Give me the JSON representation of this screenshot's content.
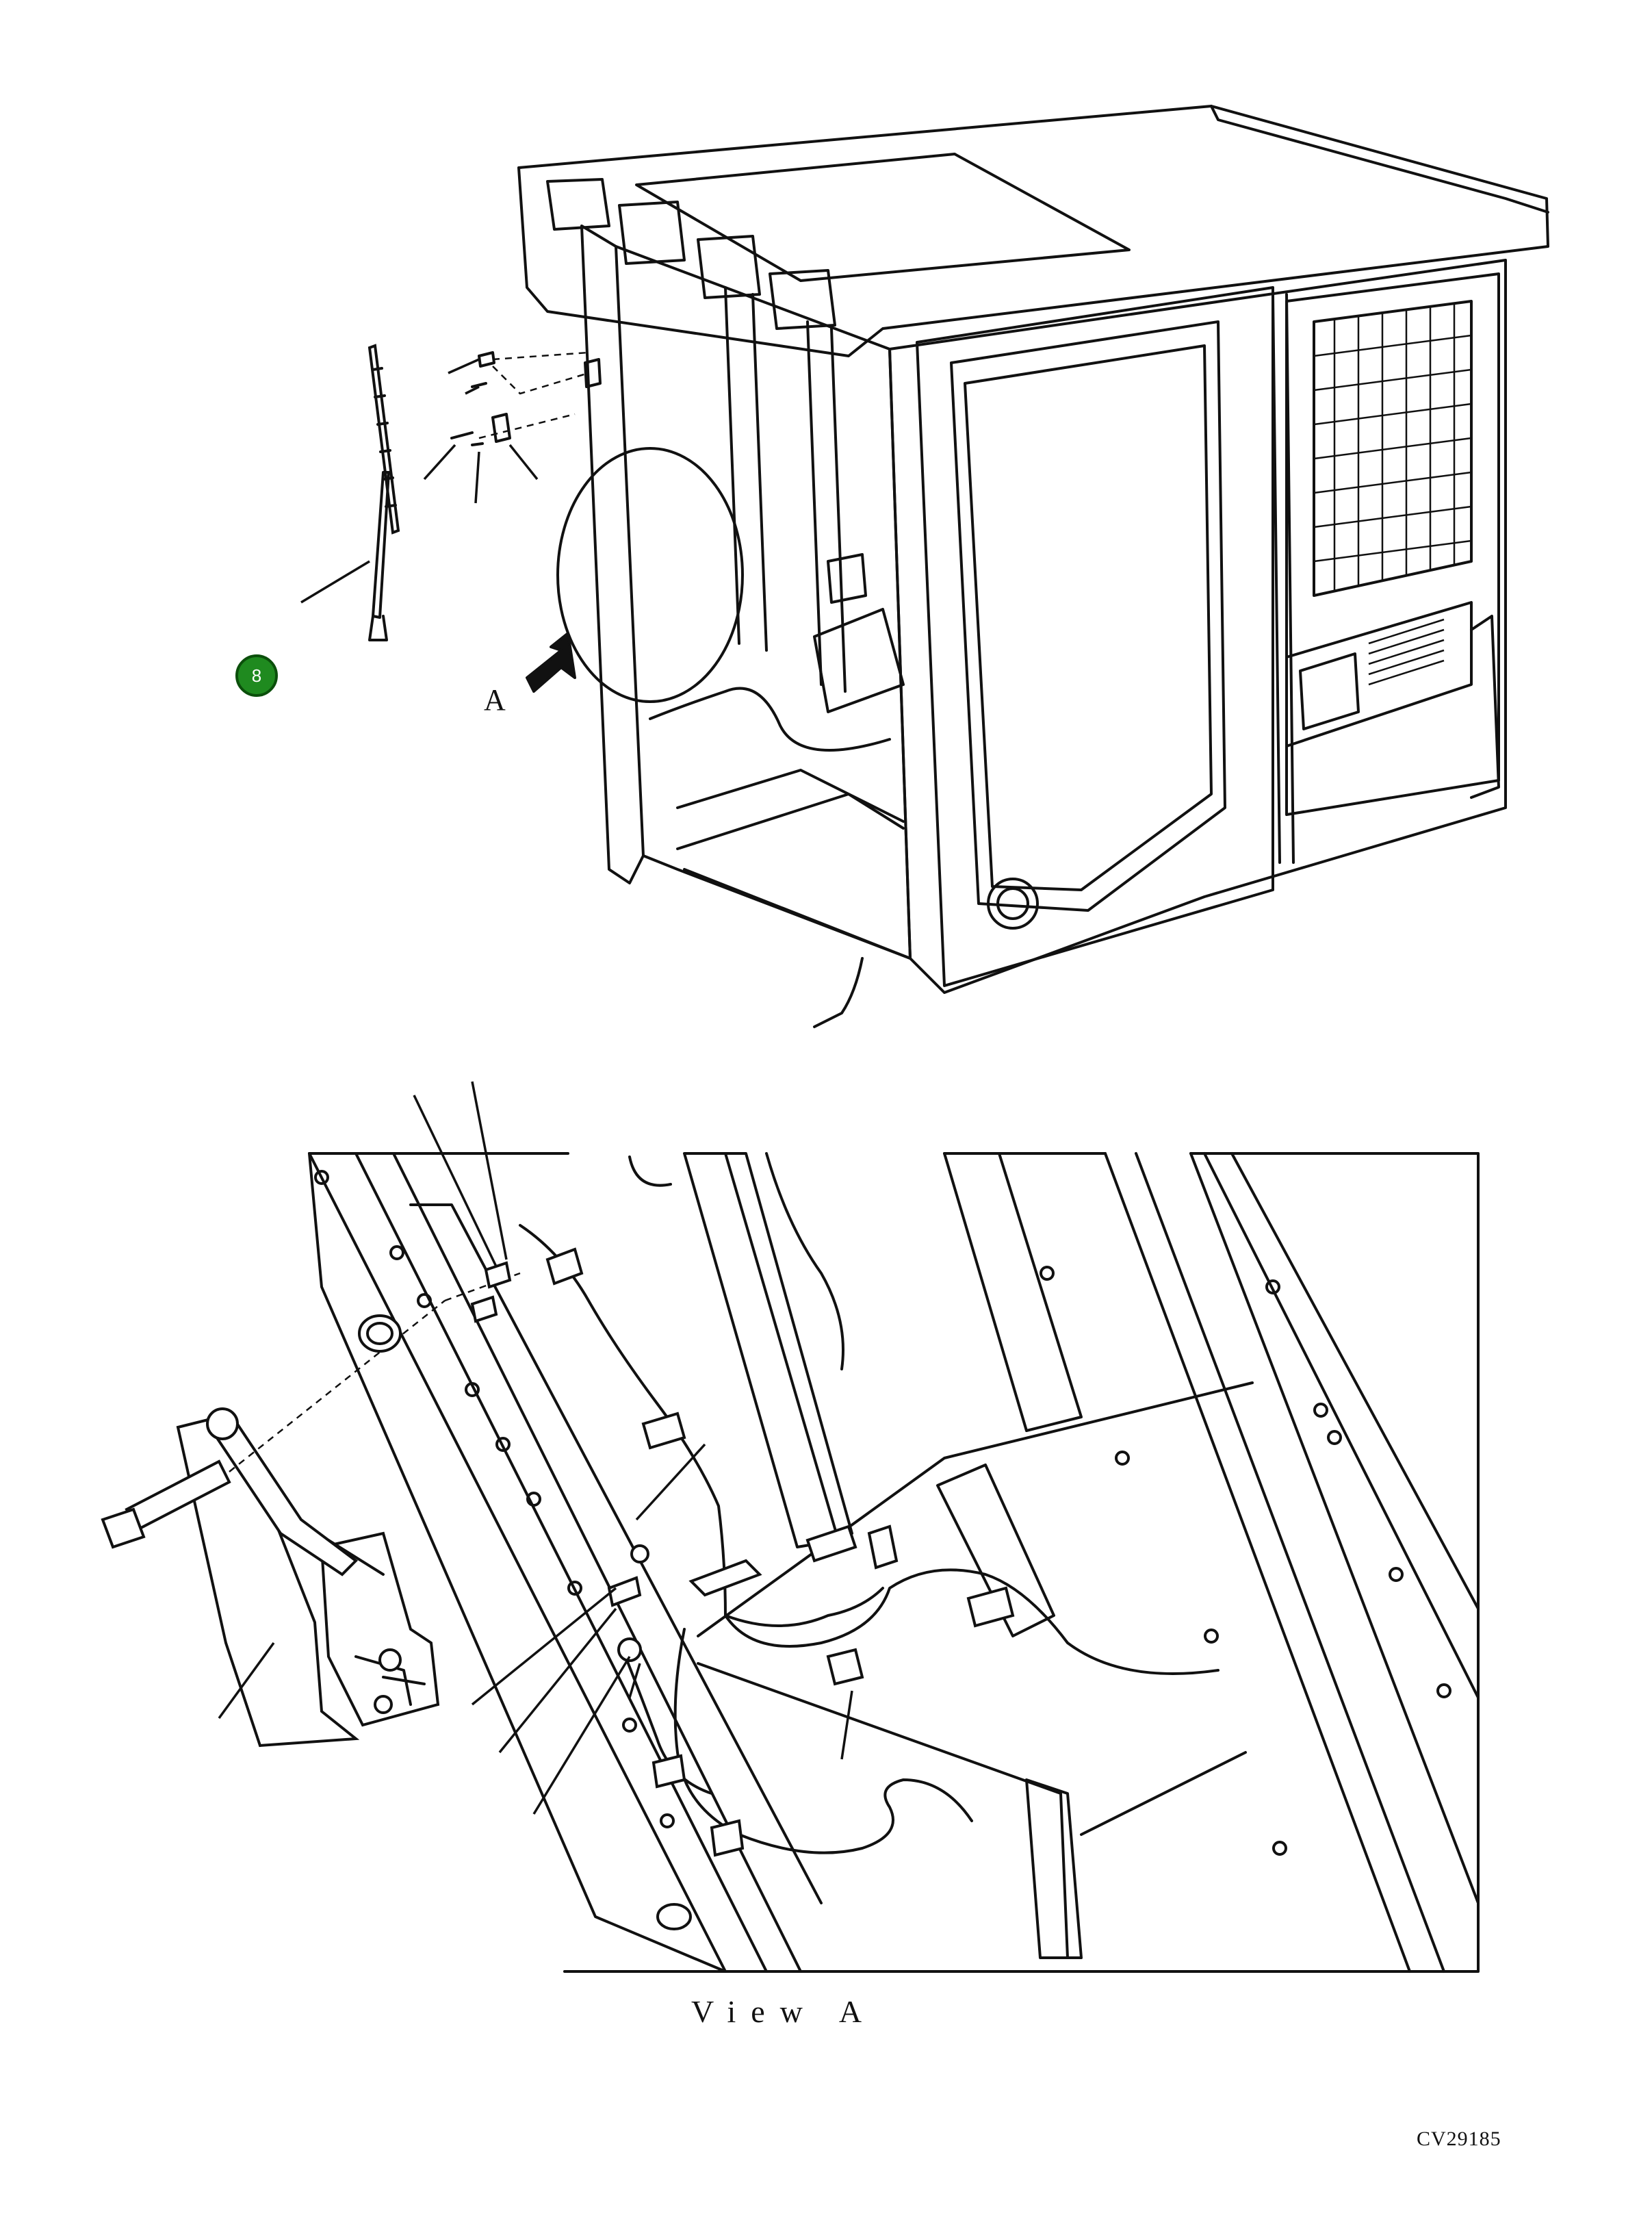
{
  "callout": {
    "number": "8",
    "color": "#1f8a1f"
  },
  "labels": {
    "view_letter": "A",
    "view_caption": "View A",
    "drawing_code": "CV29185"
  }
}
